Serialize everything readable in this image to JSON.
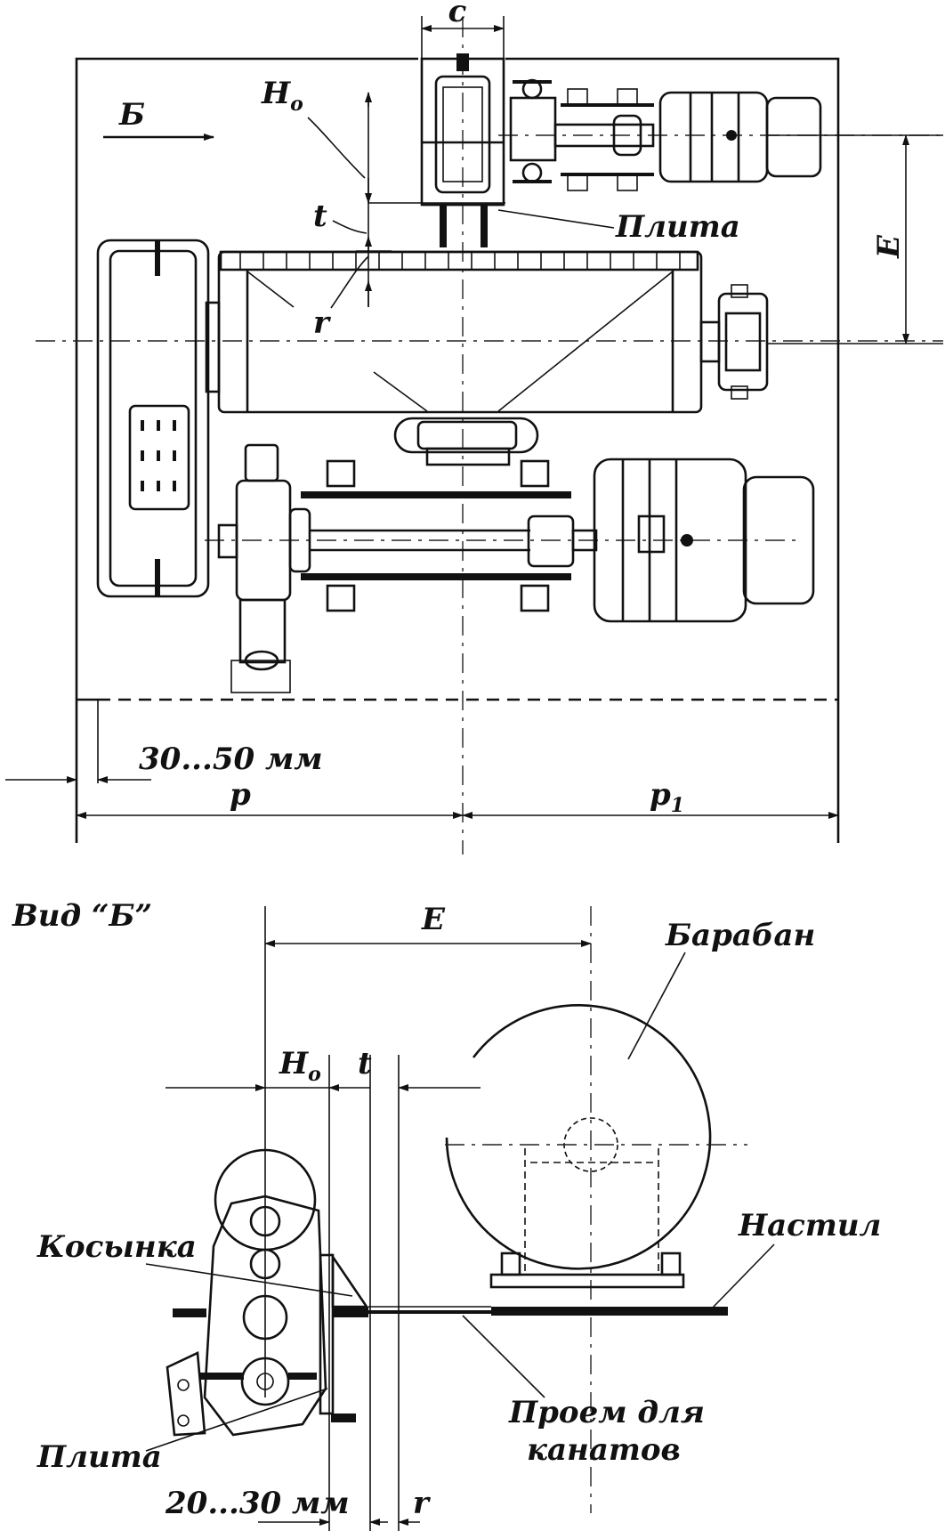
{
  "top_view": {
    "dim_c": "c",
    "label_view_arrow": "Б",
    "dim_Ho": "H",
    "dim_Ho_sub": "o",
    "dim_t": "t",
    "label_plate": "Плита",
    "dim_E": "E",
    "dim_r": "r",
    "dim_gap": "30...50 мм",
    "dim_p": "p",
    "dim_p1": "p",
    "dim_p1_sub": "1"
  },
  "side_view": {
    "title": "Вид “Б”",
    "dim_E": "E",
    "dim_Ho": "H",
    "dim_Ho_sub": "o",
    "dim_t": "t",
    "label_drum": "Барабан",
    "label_gusset": "Косынка",
    "label_deck": "Настил",
    "label_opening_line1": "Проем для",
    "label_opening_line2": "канатов",
    "label_plate": "Плита",
    "dim_gap": "20...30 мм",
    "dim_r": "r"
  }
}
